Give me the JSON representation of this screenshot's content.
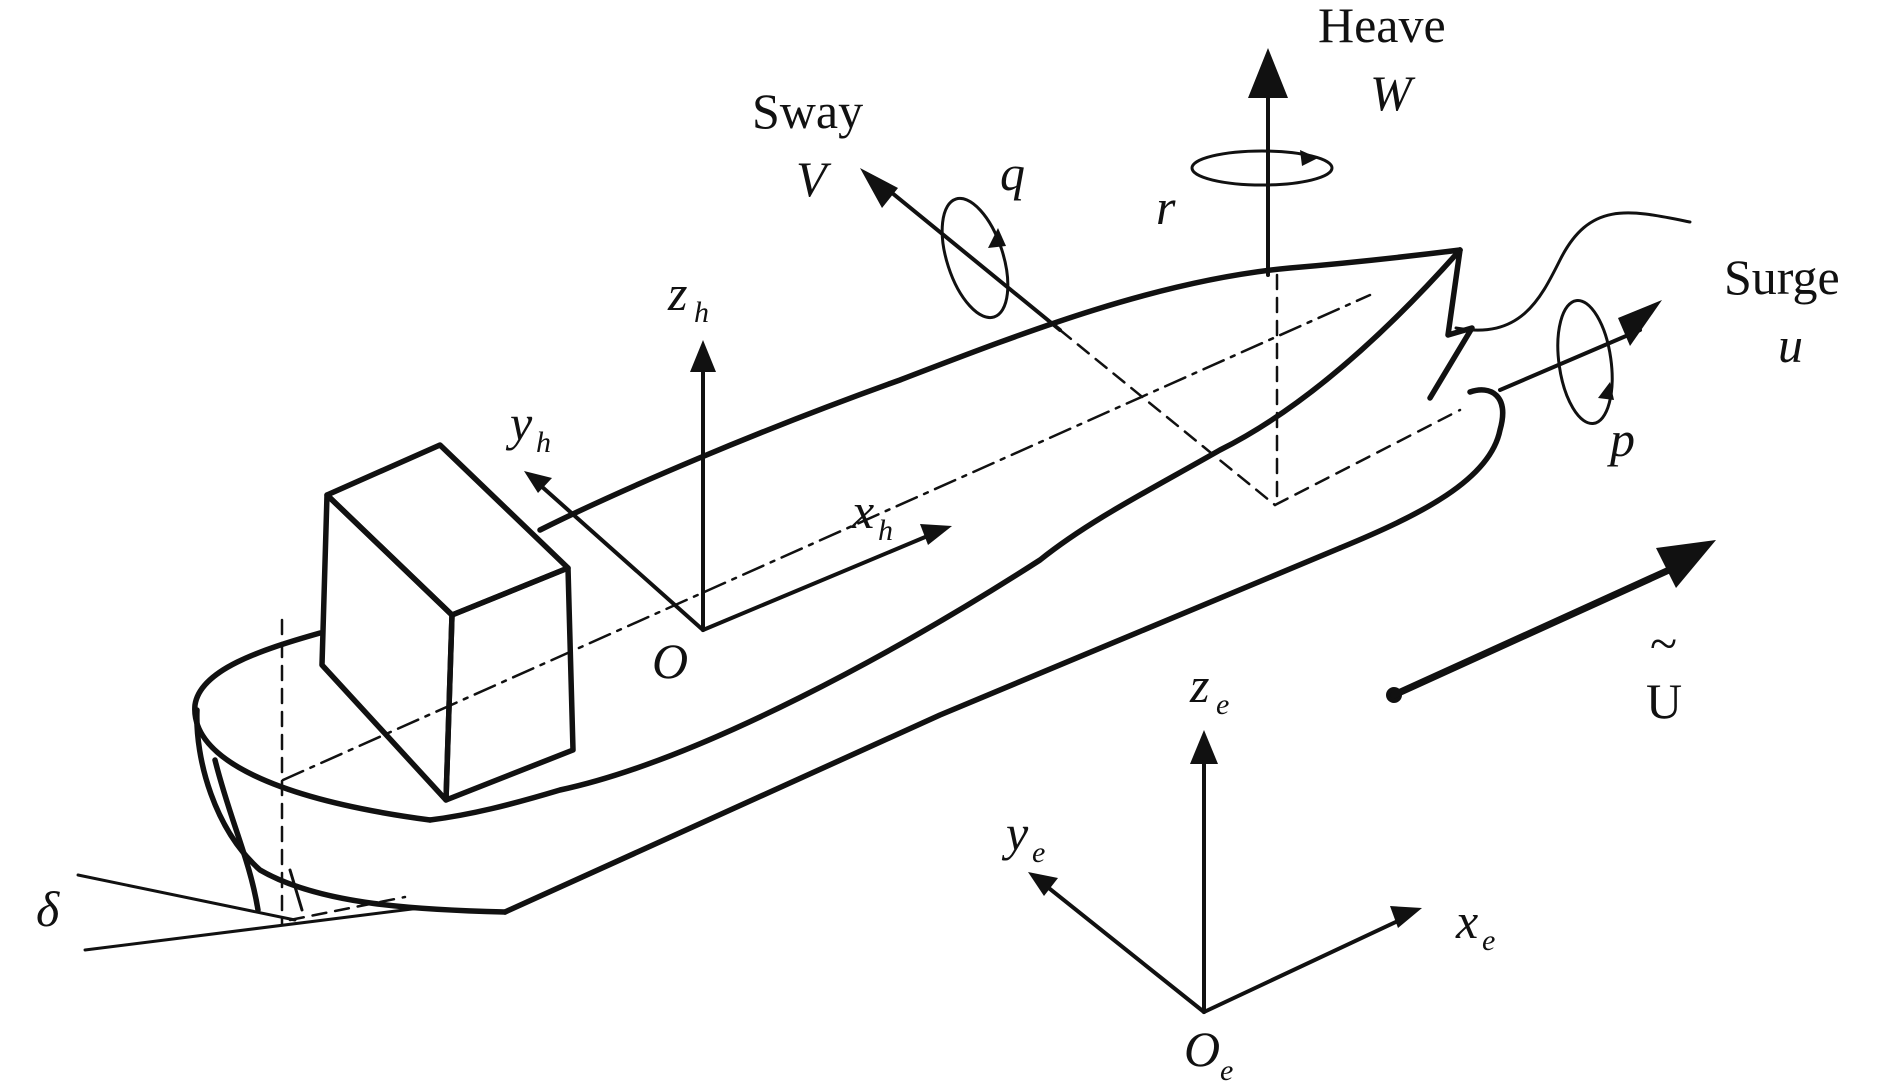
{
  "labels": {
    "heave": "Heave",
    "heave_var": "W",
    "sway": "Sway",
    "sway_var": "V",
    "surge": "Surge",
    "surge_var": "u",
    "pitch": "q",
    "yaw": "r",
    "roll": "p",
    "rudder": "δ",
    "origin_hull": "O",
    "origin_earth": "O",
    "origin_earth_sub": "e",
    "zh": "z",
    "zh_sub": "h",
    "yh": "y",
    "yh_sub": "h",
    "xh": "x",
    "xh_sub": "h",
    "ze": "z",
    "ze_sub": "e",
    "ye": "y",
    "ye_sub": "e",
    "xe": "x",
    "xe_sub": "e",
    "velocity": "U",
    "velocity_accent": "~"
  },
  "colors": {
    "ink": "#111111",
    "background": "#ffffff"
  }
}
